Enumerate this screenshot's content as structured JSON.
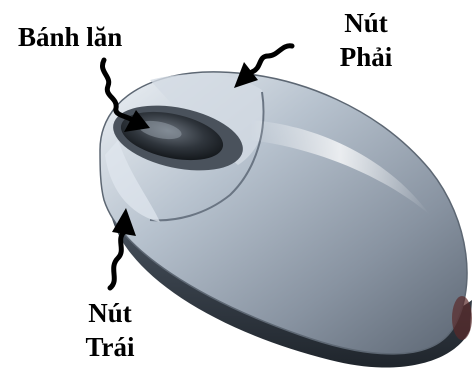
{
  "labels": {
    "wheel": "Bánh lăn",
    "right_button": [
      "Nút",
      "Phải"
    ],
    "left_button": [
      "Nút",
      "Trái"
    ]
  },
  "colors": {
    "background": "#ffffff",
    "mouse_body": "#9aa7b6",
    "mouse_highlight": "#e6ecf2",
    "mouse_shadow": "#3d4651",
    "wheel": "#2a2f36",
    "arrow": "#000000",
    "text": "#000000"
  }
}
